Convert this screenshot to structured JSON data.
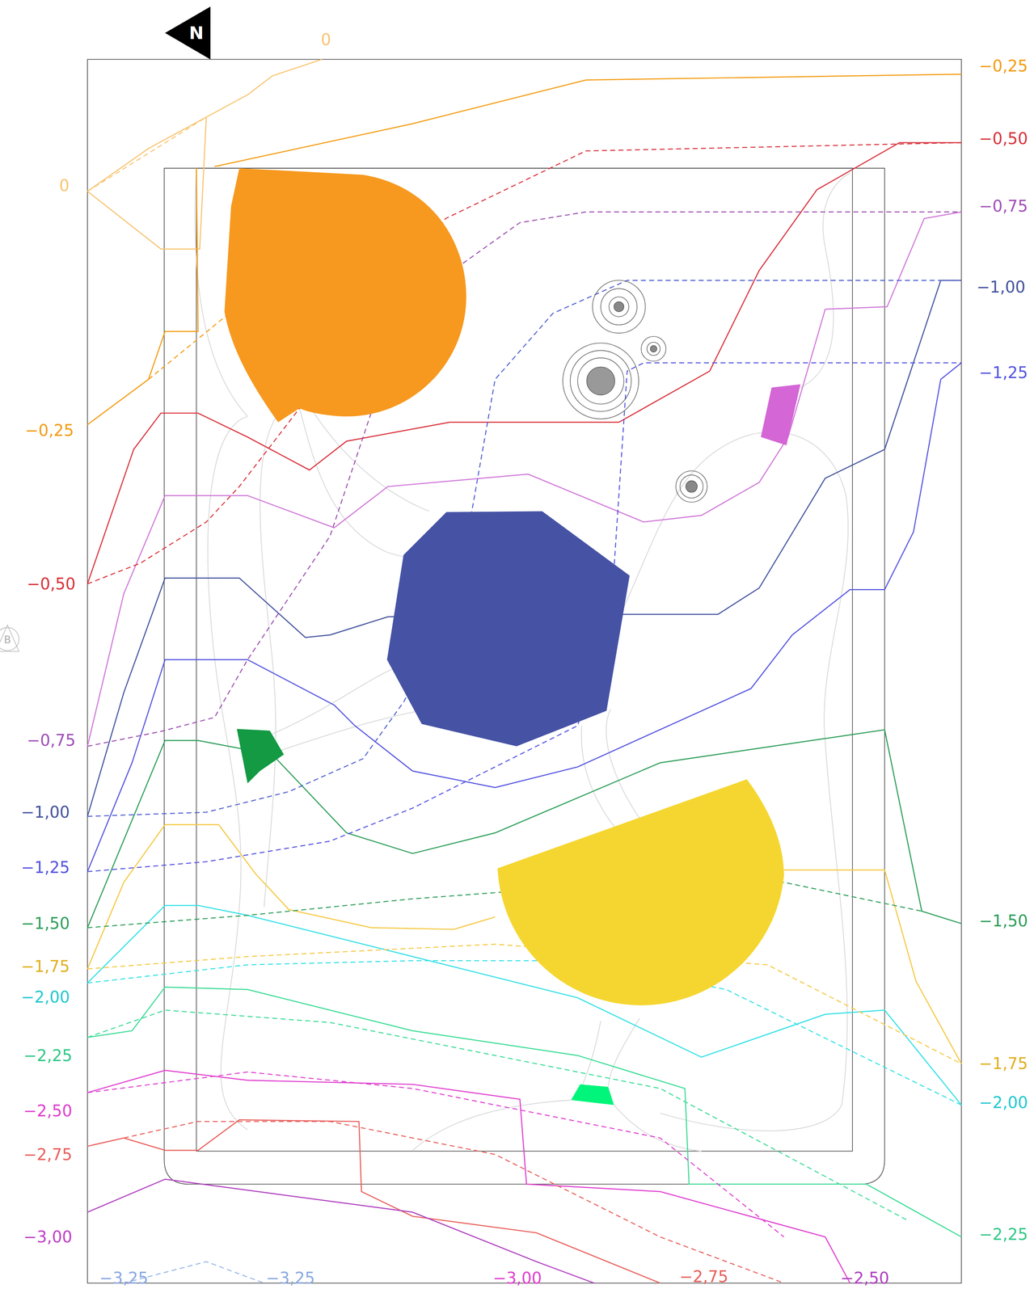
{
  "diagram": {
    "labels": [
      "N",
      "0",
      "0",
      "−0,25",
      "−0,50",
      "−0,75",
      "−1,00",
      "−1,25",
      "−1,50",
      "−1,75",
      "−2,00",
      "−2,25",
      "−2,50",
      "−2,75",
      "−3,00",
      "−0,25",
      "−0,50",
      "−0,75",
      "−1,00",
      "−1,25",
      "−1,50",
      "−1,75",
      "−2,00",
      "−2,25",
      "−3,25",
      "−3,25",
      "−3,00",
      "−2,75",
      "−2,50",
      "B"
    ]
  }
}
